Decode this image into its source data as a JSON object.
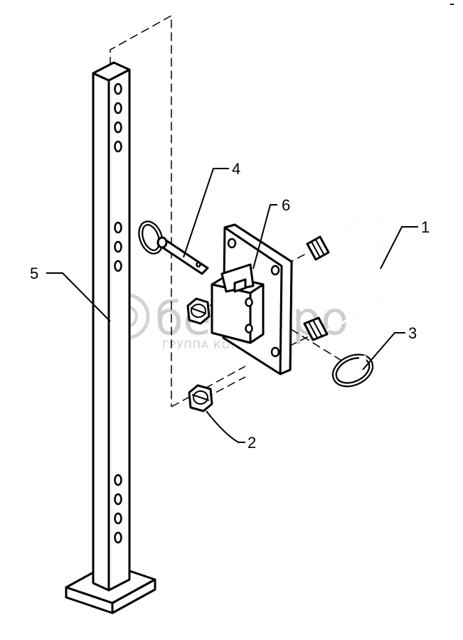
{
  "callouts": {
    "c1": "1",
    "c2": "2",
    "c3": "3",
    "c4": "4",
    "c5": "5",
    "c6": "6"
  },
  "watermark": {
    "brand": "белагро",
    "tagline": "ГРУППА КОМПАНИЙ"
  },
  "corner_mark": "-"
}
